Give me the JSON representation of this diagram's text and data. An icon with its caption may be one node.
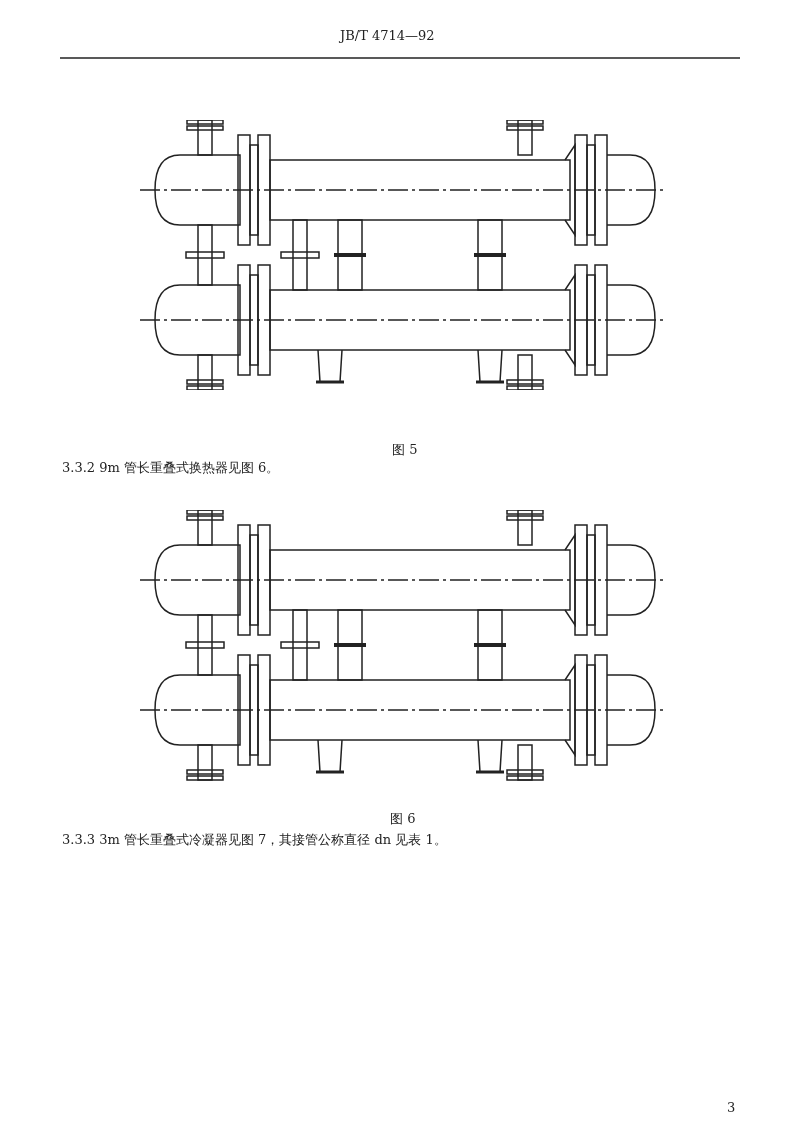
{
  "diagram": {
    "labels": [
      "JB/T 4714—92",
      "图 5",
      "3.3.2 9m 管长重叠式换热器见图 6。",
      "图 6",
      "3.3.3 3m 管长重叠式冷凝器见图 7，其接管公称直径 dn 见表 1。",
      "3"
    ]
  }
}
